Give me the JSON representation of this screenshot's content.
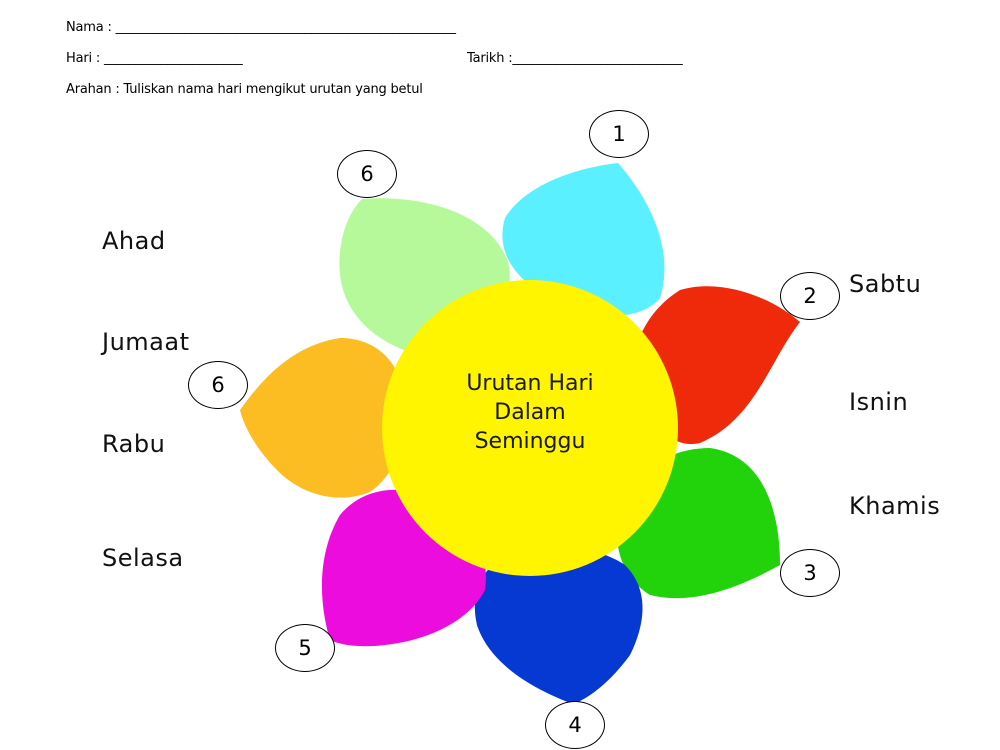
{
  "header": {
    "nama_label": "Nama :",
    "nama_line": "______________________________________________________",
    "hari_label": "Hari :",
    "hari_line": "______________________",
    "tarikh_label": "Tarikh :",
    "tarikh_line": "___________________________",
    "arahan": "Arahan : Tuliskan nama hari mengikut urutan yang betul"
  },
  "center": {
    "line1": "Urutan Hari",
    "line2": "Dalam",
    "line3": "Seminggu"
  },
  "badges": [
    "1",
    "2",
    "3",
    "4",
    "5",
    "6",
    "6"
  ],
  "days": [
    "Ahad",
    "Jumaat",
    "Rabu",
    "Selasa",
    "Sabtu",
    "Isnin",
    "Khamis"
  ],
  "colors": {
    "petal_cyan": "#5AF0FF",
    "petal_red": "#EE2A0B",
    "petal_green": "#22D30B",
    "petal_blue": "#0639D2",
    "petal_magenta": "#EB0CDD",
    "petal_orange": "#FBBD22",
    "petal_lightgreen": "#B6F99A",
    "center_yellow": "#FFF500"
  }
}
